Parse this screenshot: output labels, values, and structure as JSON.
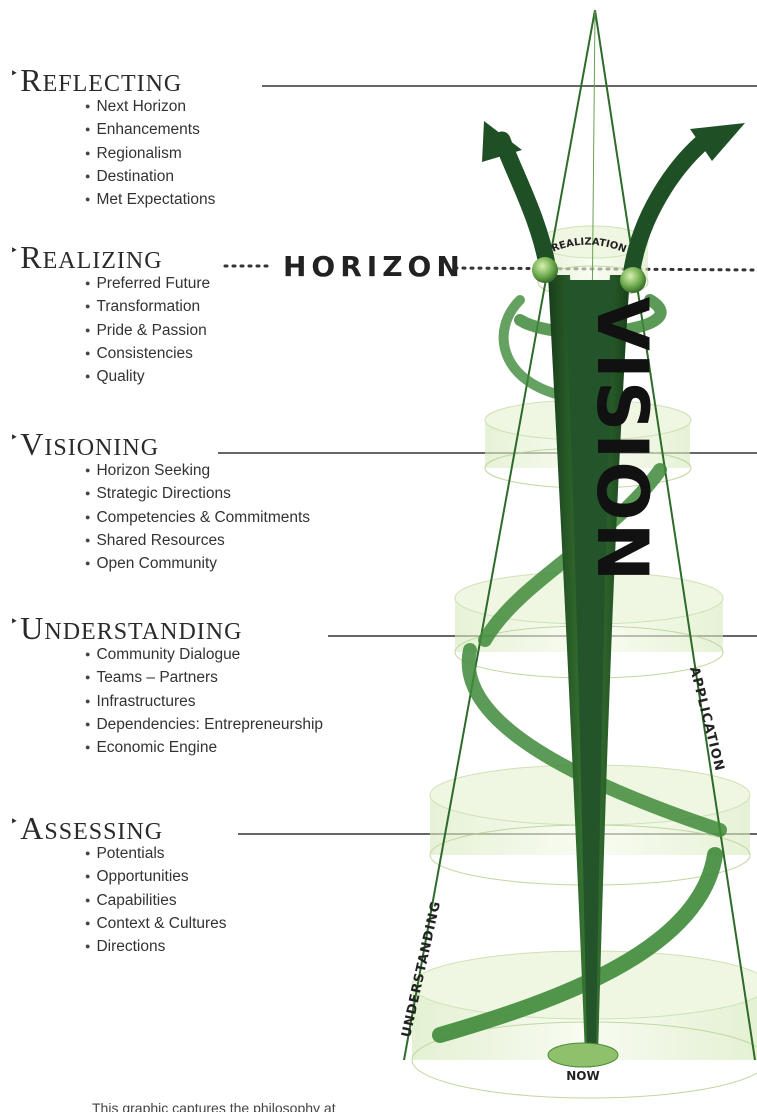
{
  "stages": [
    {
      "title": "Reflecting",
      "items": [
        "Next Horizon",
        "Enhancements",
        "Regionalism",
        "Destination",
        "Met Expectations"
      ]
    },
    {
      "title": "Realizing",
      "items": [
        "Preferred Future",
        "Transformation",
        "Pride & Passion",
        "Consistencies",
        "Quality"
      ]
    },
    {
      "title": "Visioning",
      "items": [
        "Horizon Seeking",
        "Strategic Directions",
        "Competencies & Commitments",
        "Shared Resources",
        "Open Community"
      ]
    },
    {
      "title": "Understanding",
      "items": [
        "Community Dialogue",
        "Teams – Partners",
        "Infrastructures",
        "Dependencies: Entrepreneurship",
        "Economic Engine"
      ]
    },
    {
      "title": "Assessing",
      "items": [
        "Potentials",
        "Opportunities",
        "Capabilities",
        "Context & Cultures",
        "Directions"
      ]
    }
  ],
  "horizon_label": "HORIZON",
  "diagram": {
    "vision_label": "VISION",
    "realization_label": "REALIZATION",
    "application_label": "APPLICATION",
    "understanding_label": "UNDERSTANDING",
    "now_label": "NOW"
  },
  "caption": "This graphic captures the philosophy at",
  "colors": {
    "dark_green": "#1f4f25",
    "mid_green": "#3f8a3a",
    "light_green": "#dfeec9",
    "ring_fill": "#e9f3d6"
  }
}
